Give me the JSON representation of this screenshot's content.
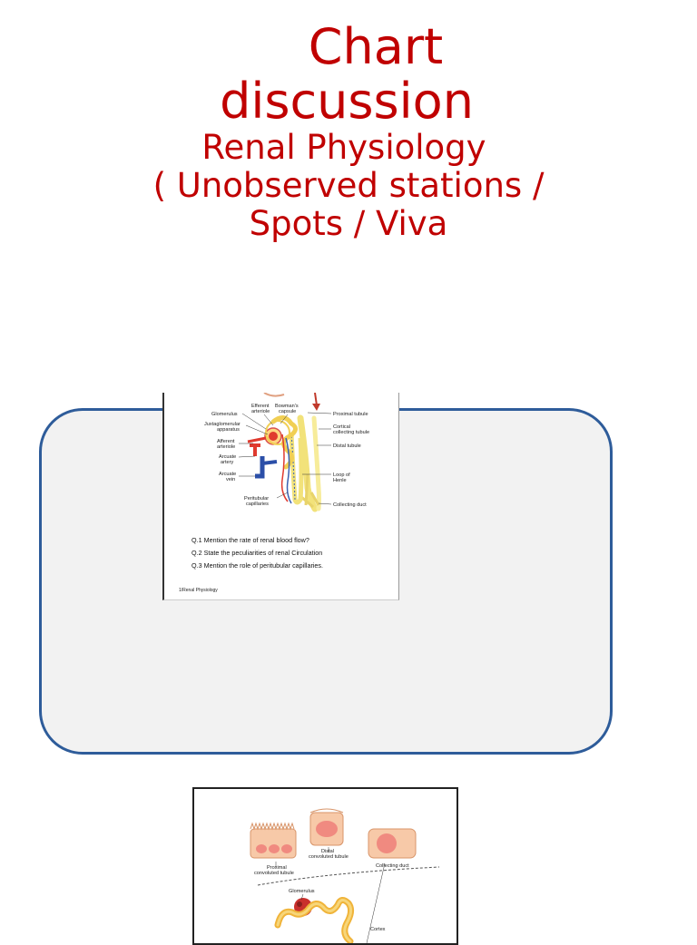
{
  "title": {
    "line1": "Chart",
    "line2": "discussion"
  },
  "subtitle": {
    "line1": "Renal Physiology",
    "line2": "( Unobserved stations /",
    "line3": "Spots / Viva"
  },
  "nephron_chart": {
    "labels": {
      "efferent_arteriole": [
        "Efferent",
        "arteriole"
      ],
      "bowmans_capsule": [
        "Bowman's",
        "capsule"
      ],
      "glomerulus": "Glomerulus",
      "juxtaglomerular": [
        "Juxtaglomerular",
        "apparatus"
      ],
      "afferent_arteriole": [
        "Afferent",
        "arteriole"
      ],
      "arcuate_artery": [
        "Arcuate",
        "artery"
      ],
      "arcuate_vein": [
        "Arcuate",
        "vein"
      ],
      "peritubular": [
        "Peritubular",
        "capillaries"
      ],
      "proximal_tubule": "Proximal tubule",
      "cortical_collecting": [
        "Cortical",
        "collecting tubule"
      ],
      "distal_tubule": "Distal tubule",
      "loop_of_henle": [
        "Loop of",
        "Henle"
      ],
      "collecting_duct": "Collecting duct"
    },
    "questions": [
      "Q.1 Mention the rate of renal blood flow?",
      "Q.2 State the peculiarities of renal Circulation",
      "Q.3 Mention the role of peritubular capillaries."
    ],
    "footer": "1/Renal Physiology"
  },
  "tubule_chart": {
    "labels": {
      "proximal": [
        "Proximal",
        "convoluted tubule"
      ],
      "distal": [
        "Distal",
        "convoluted tubule"
      ],
      "collecting_duct": "Collecting duct",
      "glomerulus": "Glomerulus",
      "cortex": "Cortex"
    }
  }
}
